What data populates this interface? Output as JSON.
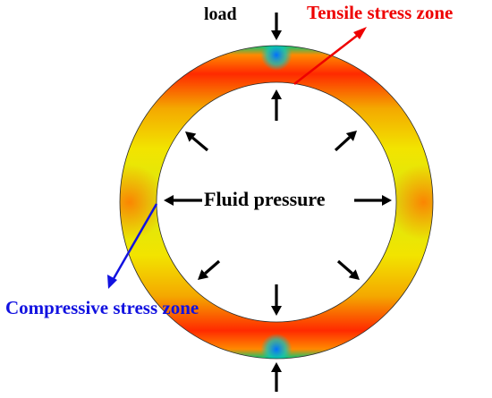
{
  "labels": {
    "load": "load",
    "tensile_zone": "Tensile stress zone",
    "fluid_pressure": "Fluid pressure",
    "compressive_zone": "Compressive stress zone"
  },
  "colors": {
    "tensile_label": "#ee0000",
    "compressive_label": "#1212e0",
    "arrow": "#000000",
    "stress_high": "#ff2a00",
    "stress_mid_high": "#ff8c00",
    "stress_mid": "#f2e600",
    "stress_low_mid": "#7fe000",
    "stress_low": "#00d27a",
    "stress_min": "#0090ff"
  },
  "icons": {
    "pressure_arrow": "arrow-icon",
    "leader_line": "leader-line-icon"
  }
}
